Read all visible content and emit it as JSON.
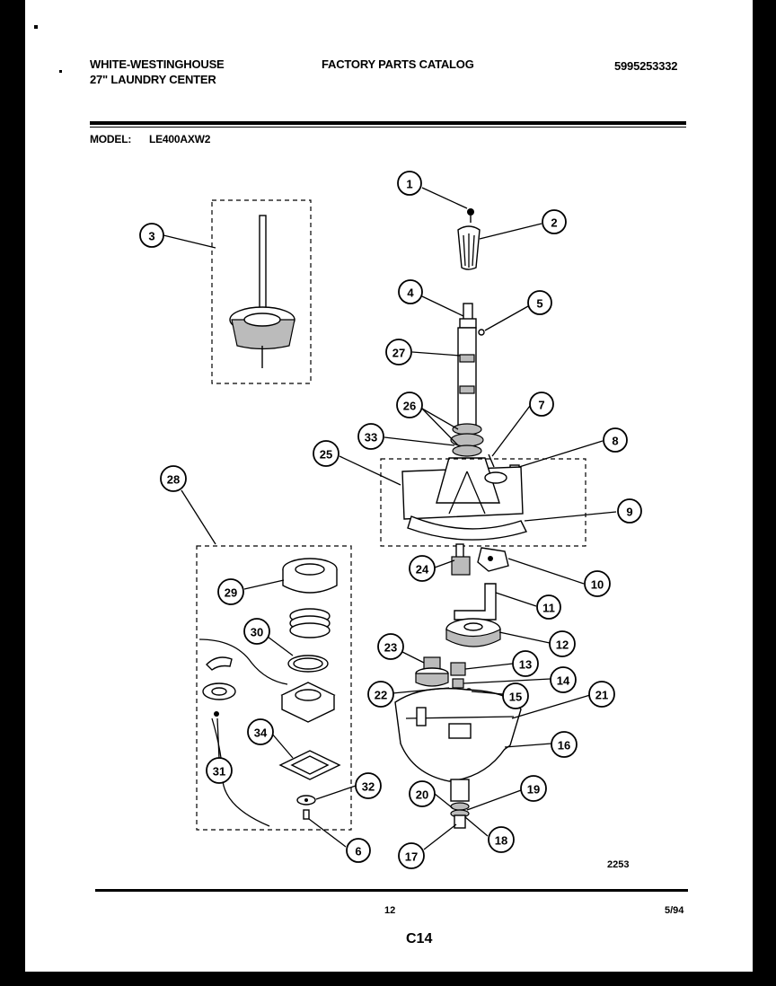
{
  "header": {
    "brand": "WHITE-WESTINGHOUSE",
    "product": "27\" LAUNDRY CENTER",
    "catalog_title": "FACTORY PARTS CATALOG",
    "catalog_number": "5995253332",
    "model_label": "MODEL:",
    "model_value": "LE400AXW2"
  },
  "diagram": {
    "drawing_number": "2253",
    "callouts": [
      "1",
      "2",
      "3",
      "4",
      "5",
      "27",
      "26",
      "7",
      "33",
      "8",
      "25",
      "9",
      "28",
      "24",
      "10",
      "29",
      "11",
      "30",
      "12",
      "23",
      "13",
      "22",
      "14",
      "15",
      "21",
      "34",
      "16",
      "31",
      "32",
      "20",
      "19",
      "6",
      "18",
      "17"
    ]
  },
  "footer": {
    "page_number": "12",
    "date": "5/94",
    "section": "C14"
  }
}
